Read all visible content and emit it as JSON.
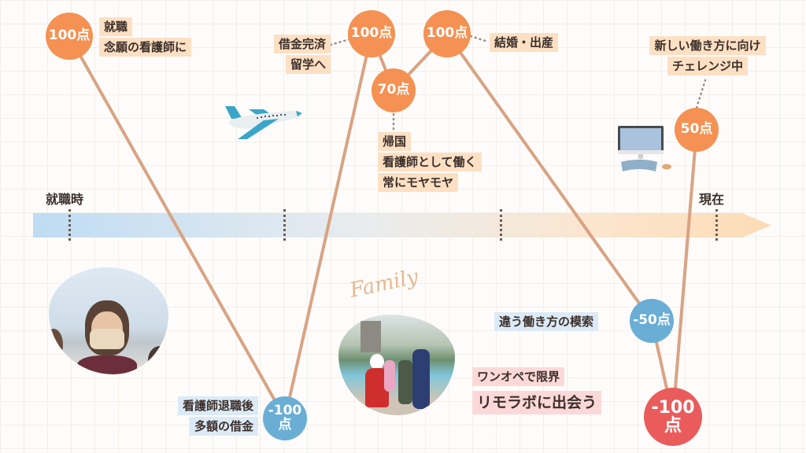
{
  "timeline": {
    "start_label": "就職時",
    "end_label": "現在",
    "tick_positions": [
      88,
      361,
      636,
      910
    ]
  },
  "events": [
    {
      "id": "e1",
      "score": "100点",
      "type": "high",
      "color": "#f59152",
      "lines": [
        "就職",
        "念願の看護師に"
      ]
    },
    {
      "id": "e2",
      "score_line1": "-100",
      "score_line2": "点",
      "type": "low",
      "color": "#6aaed6",
      "lines": [
        "看護師退職後",
        "多額の借金"
      ]
    },
    {
      "id": "e3",
      "score": "100点",
      "type": "high",
      "color": "#f59152",
      "lines": [
        "借金完済",
        "留学へ"
      ]
    },
    {
      "id": "e4",
      "score": "70点",
      "type": "mid",
      "color": "#f59152",
      "lines": [
        "帰国",
        "看護師として働く",
        "常にモヤモヤ"
      ]
    },
    {
      "id": "e5",
      "score": "100点",
      "type": "high",
      "color": "#f59152",
      "lines": [
        "結婚・出産"
      ]
    },
    {
      "id": "e6",
      "score": "-50点",
      "type": "low",
      "color": "#6aaed6",
      "lines": [
        "違う働き方の模索"
      ]
    },
    {
      "id": "e7",
      "score_line1": "-100",
      "score_line2": "点",
      "type": "lowest",
      "color": "#ea5c5c",
      "lines": [
        "ワンオペで限界",
        "リモラボに出会う"
      ]
    },
    {
      "id": "e8",
      "score": "50点",
      "type": "mid",
      "color": "#f59152",
      "lines": [
        "新しい働き方に向け",
        "チェレンジ中"
      ]
    }
  ],
  "decorations": {
    "family_script": "Family",
    "airplane_icon": "airplane-icon",
    "computer_icon": "desktop-computer-icon"
  },
  "chart_data": {
    "type": "line",
    "title": "",
    "xlabel": "",
    "ylabel": "",
    "x_start_label": "就職時",
    "x_end_label": "現在",
    "points": [
      {
        "label": "就職 念願の看護師に",
        "value": 100
      },
      {
        "label": "看護師退職後 多額の借金",
        "value": -100
      },
      {
        "label": "借金完済 留学へ",
        "value": 100
      },
      {
        "label": "帰国 看護師として働く 常にモヤモヤ",
        "value": 70
      },
      {
        "label": "結婚・出産",
        "value": 100
      },
      {
        "label": "違う働き方の模索",
        "value": -50
      },
      {
        "label": "ワンオペで限界 リモラボに出会う",
        "value": -100
      },
      {
        "label": "新しい働き方に向け チェレンジ中",
        "value": 50
      }
    ],
    "ylim": [
      -100,
      100
    ],
    "grid": true,
    "colors": {
      "positive": "#f59152",
      "negative": "#6aaed6",
      "lowest": "#ea5c5c",
      "line": "#d9a383"
    }
  }
}
